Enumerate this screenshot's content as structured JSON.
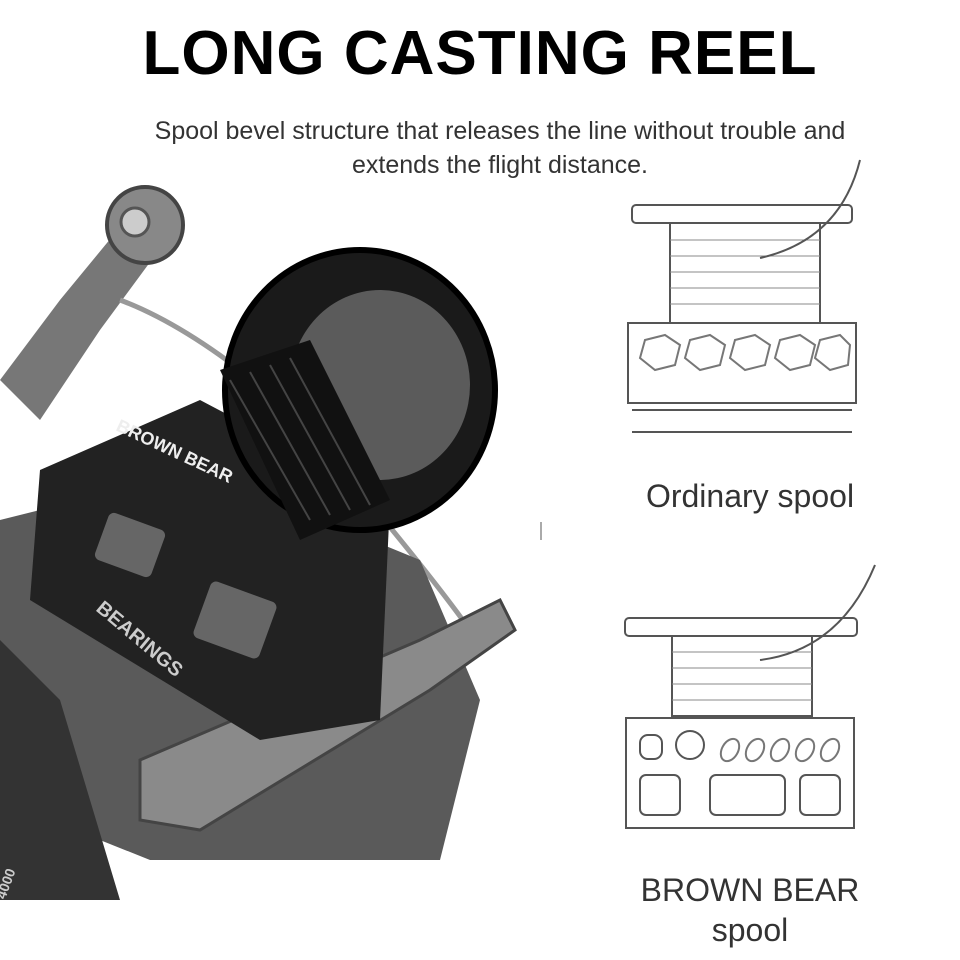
{
  "header": {
    "title": "LONG CASTING REEL",
    "subtitle": "Spool bevel structure that releases the line without trouble and extends the flight distance."
  },
  "product_image": {
    "brand_text": "BROWN BEAR",
    "side_text": "BEARINGS",
    "model_text": "4000"
  },
  "comparison": {
    "ordinary_label": "Ordinary spool",
    "brown_bear_label": "BROWN BEAR spool"
  },
  "colors": {
    "text": "#000000",
    "line_art": "#555555",
    "reel_dark": "#1a1a1a",
    "reel_metal": "#6e6e6e"
  }
}
